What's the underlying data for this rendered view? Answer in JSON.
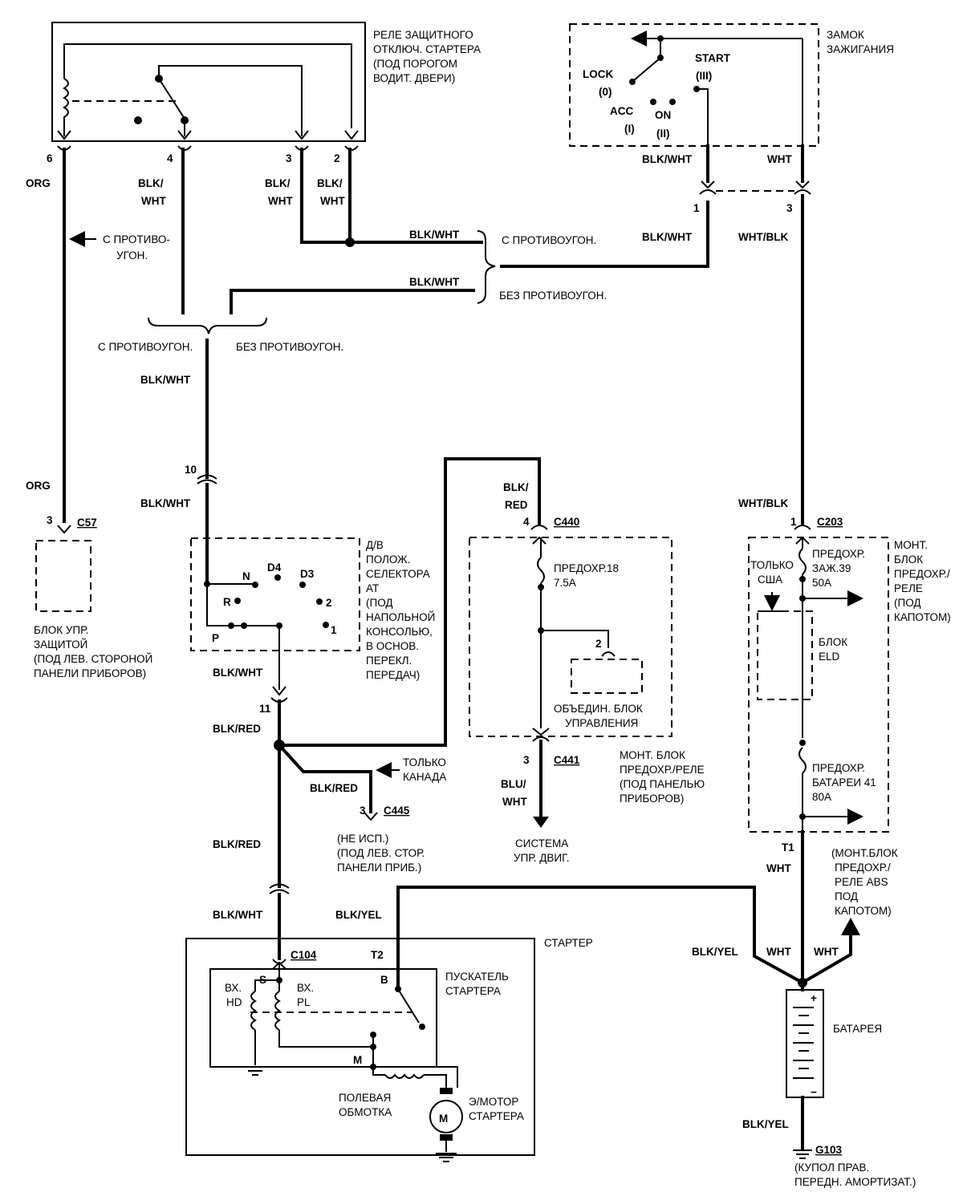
{
  "components": {
    "relay": {
      "label": [
        "РЕЛЕ ЗАЩИТНОГО",
        "ОТКЛЮЧ. СТАРТЕРА",
        "(ПОД ПОРОГОМ",
        "ВОДИТ. ДВЕРИ)"
      ],
      "pins": [
        "6",
        "4",
        "3",
        "2"
      ]
    },
    "ignition": {
      "label": [
        "ЗАМОК",
        "ЗАЖИГАНИЯ"
      ],
      "lock": [
        "LOCK",
        "(0)"
      ],
      "acc": [
        "ACC",
        "(I)"
      ],
      "on": [
        "ON",
        "(II)"
      ],
      "start": [
        "START",
        "(III)"
      ],
      "pins": [
        "1",
        "3"
      ]
    },
    "immobilizer": {
      "label": [
        "БЛОК УПР.",
        "ЗАЩИТОЙ",
        "(ПОД ЛЕВ. СТОРОНОЙ",
        "ПАНЕЛИ ПРИБОРОВ)"
      ],
      "pin": "3",
      "connector": "C57"
    },
    "selector": {
      "label": [
        "Д/В",
        "ПОЛОЖ.",
        "СЕЛЕКТОРА",
        "АТ",
        "(ПОД",
        "НАПОЛЬНОЙ",
        "КОНСОЛЬЮ,",
        "В ОСНОВ.",
        "ПЕРЕКЛ.",
        "ПЕРЕДАЧ)"
      ],
      "positions": [
        "N",
        "D4",
        "D3",
        "R",
        "2",
        "1",
        "P"
      ],
      "pins": [
        "10",
        "11"
      ]
    },
    "dash_box": {
      "connector_top": "C440",
      "pin_top": "4",
      "fuse": [
        "ПРЕДОХР.18",
        "7.5A"
      ],
      "pcm": [
        "ОБЪЕДИН. БЛОК",
        "УПРАВЛЕНИЯ"
      ],
      "pcm_pin": "2",
      "connector_bottom": "C441",
      "pin_bottom": "3",
      "label": [
        "МОНТ. БЛОК",
        "ПРЕДОХР./РЕЛЕ",
        "(ПОД ПАНЕЛЬЮ",
        "ПРИБОРОВ)"
      ]
    },
    "hood_box": {
      "connector": "C203",
      "pin": "1",
      "usa": [
        "ТОЛЬКО",
        "США"
      ],
      "fuse39": [
        "ПРЕДОХР.",
        "ЗАЖ.39",
        "50A"
      ],
      "eld": [
        "БЛОК",
        "ELD"
      ],
      "fuse41": [
        "ПРЕДОХР.",
        "БАТАРЕИ 41",
        "80A"
      ],
      "label": [
        "МОНТ.",
        "БЛОК",
        "ПРЕДОХР./",
        "РЕЛЕ",
        "(ПОД",
        "КАПОТОМ)"
      ]
    },
    "abs_box": {
      "label": [
        "(МОНТ.БЛОК",
        "ПРЕДОХР./",
        "РЕЛЕ ABS",
        "ПОД",
        "КАПОТОМ)"
      ]
    },
    "canada": {
      "label": [
        "ТОЛЬКО",
        "КАНАДА"
      ],
      "pin": "3",
      "connector": "C445",
      "note": [
        "(НЕ ИСП.)",
        "(ПОД ЛЕВ. СТОР.",
        "ПАНЕЛИ ПРИБ.)"
      ]
    },
    "engine_ctrl": {
      "label": [
        "СИСТЕМА",
        "УПР. ДВИГ."
      ]
    },
    "starter": {
      "label": "СТАРТЕР",
      "connector": "C104",
      "solenoid": [
        "ПУСКАТЕЛЬ",
        "СТАРТЕРА"
      ],
      "hold": [
        "ВХ.",
        "HD"
      ],
      "pull": [
        "ВХ.",
        "PL"
      ],
      "s": "S",
      "b": "B",
      "m": "M",
      "t2": "T2",
      "field": [
        "ПОЛЕВАЯ",
        "ОБМОТКА"
      ],
      "motor": [
        "Э/МОТОР",
        "СТАРТЕРА"
      ],
      "motor_symbol": "M"
    },
    "battery": {
      "label": "БАТАРЕЯ",
      "plus": "+",
      "minus": "−",
      "t1": "T1"
    },
    "ground": {
      "name": "G103",
      "label": [
        "(КУПОЛ ПРАВ.",
        "ПЕРЕДН. АМОРТИЗАТ.)"
      ]
    }
  },
  "wires": {
    "org": "ORG",
    "blk_wht": "BLK/WHT",
    "blk_wht_split": [
      "BLK/",
      "WHT"
    ],
    "blk_red_split": [
      "BLK/",
      "RED"
    ],
    "blk_red": "BLK/RED",
    "blu_wht": [
      "BLU/",
      "WHT"
    ],
    "wht": "WHT",
    "wht_blk": "WHT/BLK",
    "blk_yel": "BLK/YEL"
  },
  "notes": {
    "with_immo": "С ПРОТИВОУГОН.",
    "without_immo": "БЕЗ ПРОТИВОУГОН.",
    "with_immo_split": [
      "С ПРОТИВО-",
      "УГОН."
    ]
  }
}
